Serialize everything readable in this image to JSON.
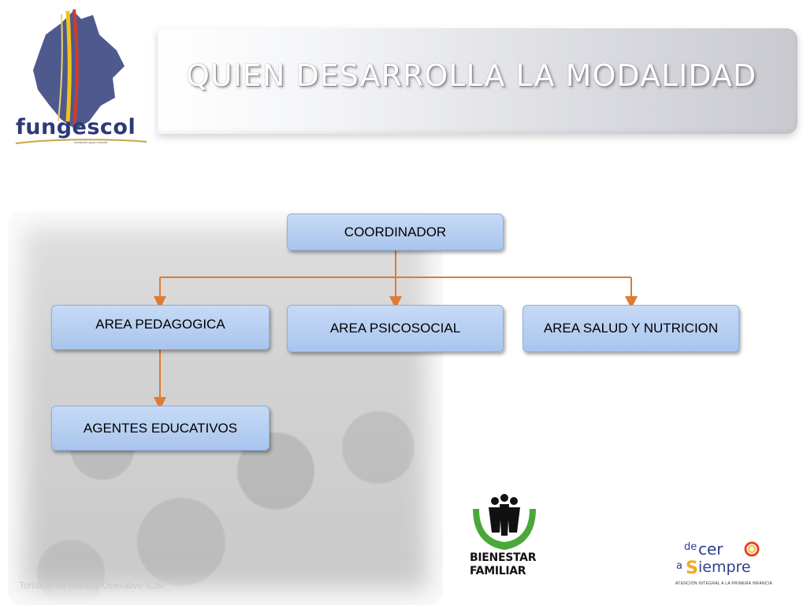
{
  "slide": {
    "title": "QUIEN DESARROLLA LA MODALIDAD"
  },
  "logo": {
    "name": "fungescol",
    "tagline": "fundación grupo escolar"
  },
  "org_chart": {
    "root": "COORDINADOR",
    "areas": [
      "AREA PEDAGOGICA",
      "AREA PSICOSOCIAL",
      "AREA SALUD Y NUTRICION"
    ],
    "sub_of_pedagogica": "AGENTES EDUCATIVOS",
    "box_color": "#a9c5ee",
    "connector_color": "#e07a35"
  },
  "photo_credit": "Tomado de Manual Operativo ICBF",
  "partner_logos": {
    "icbf_line1": "BIENESTAR",
    "icbf_line2": "FAMILIAR",
    "dcas_tagline": "ATENCIÓN INTEGRAL A LA PRIMERA INFANCIA"
  }
}
